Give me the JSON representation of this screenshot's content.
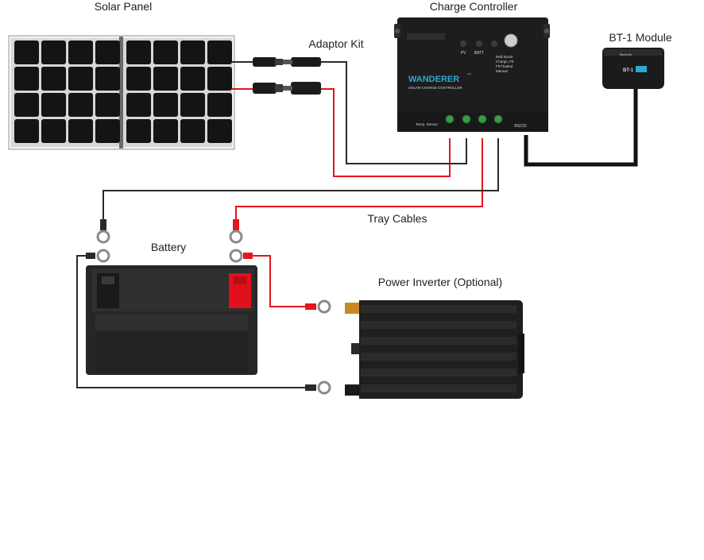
{
  "labels": {
    "solar_panel": "Solar Panel",
    "adaptor_kit": "Adaptor Kit",
    "charge_controller": "Charge Controller",
    "bt1_module": "BT-1 Module",
    "tray_cables": "Tray Cables",
    "battery": "Battery",
    "power_inverter": "Power Inverter (Optional)"
  },
  "controller": {
    "brand": "WANDERER",
    "tm": "™",
    "subtitle": "SOLAR CHARGE CONTROLLER",
    "led_pv": "PV",
    "led_batt": "BATT",
    "mode_text": [
      "Bulk Boost",
      "Charge, Flt",
      "Flt Floated",
      "Manual"
    ],
    "port_label": "RS232",
    "temp_sensor": "Temp. Sensor"
  },
  "bt_module": {
    "mark": "BT-1",
    "small_label": "Bluetooth"
  },
  "colors": {
    "positive_wire": "#e3161d",
    "negative_wire": "#2a2a2a",
    "accent": "#2fa8d6",
    "panel_cell": "#141414",
    "terminal_red": "#e0101c"
  }
}
